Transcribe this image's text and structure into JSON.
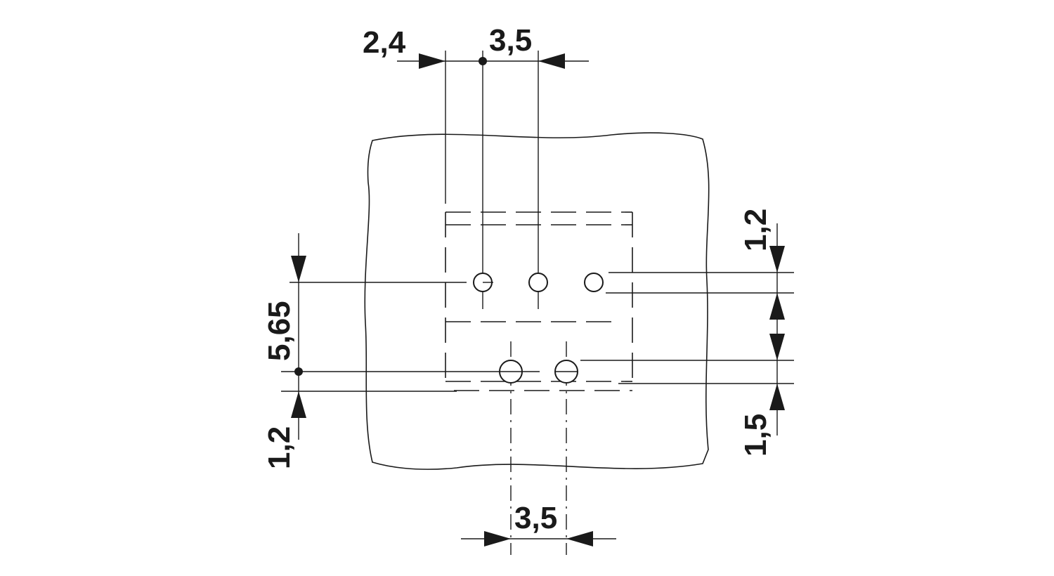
{
  "dimensions": {
    "top_left_offset": "2,4",
    "top_pitch": "3,5",
    "bottom_pitch": "3,5",
    "left_row_spacing": "5,65",
    "left_bottom_offset": "1,2",
    "right_top_offset": "1,2",
    "right_bottom_offset": "1,5"
  }
}
